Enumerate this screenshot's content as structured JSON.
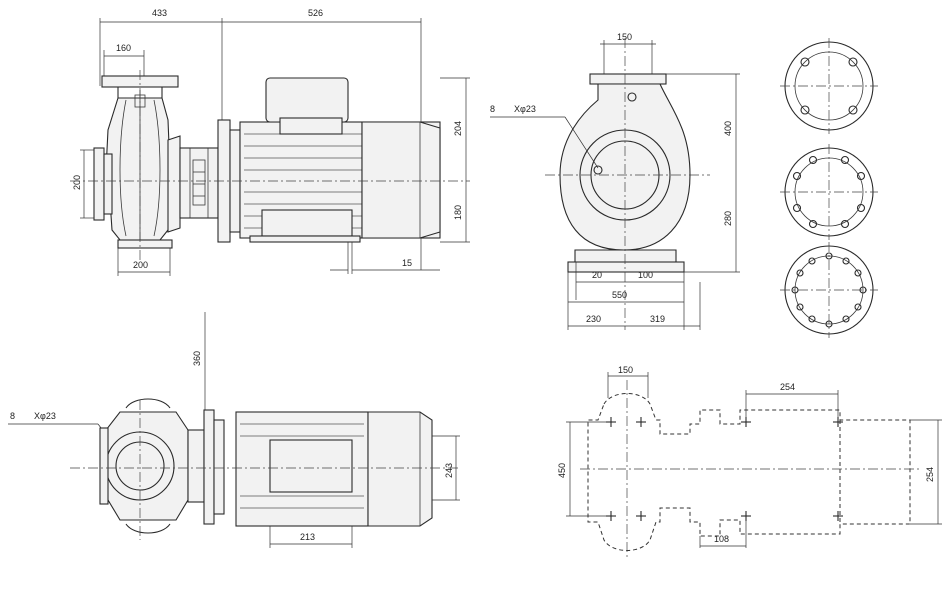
{
  "dims": {
    "d433": "433",
    "d526": "526",
    "d160": "160",
    "d204": "204",
    "d200v": "200",
    "d180": "180",
    "d200h": "200",
    "d15": "15",
    "d150a": "150",
    "d400": "400",
    "d280": "280",
    "d20": "20",
    "d100": "100",
    "d550": "550",
    "d230": "230",
    "d319": "319",
    "d360": "360",
    "d243": "243",
    "d213": "213",
    "d150b": "150",
    "d254a": "254",
    "d450": "450",
    "d254b": "254",
    "d108": "108"
  },
  "callouts": {
    "holes_a_qty": "8",
    "holes_a_dia": "Xφ23",
    "holes_b_qty": "8",
    "holes_b_dia": "Xφ23"
  },
  "views": [
    "side-view",
    "front-view",
    "flange-patterns",
    "top-view",
    "foundation-plan"
  ]
}
